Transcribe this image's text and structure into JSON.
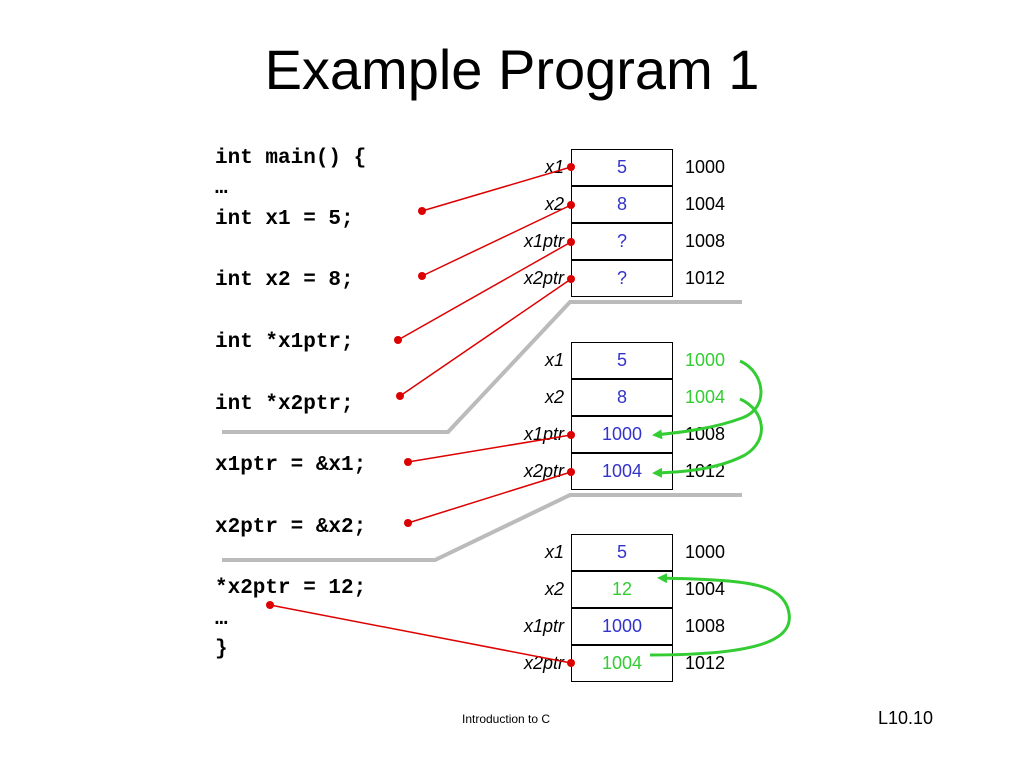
{
  "title": "Example Program 1",
  "code_lines": [
    "int main() {",
    "…",
    "int x1 = 5;",
    "int x2 = 8;",
    "int *x1ptr;",
    "int *x2ptr;",
    "x1ptr = &x1;",
    "x2ptr = &x2;",
    "*x2ptr = 12;",
    "…",
    "}"
  ],
  "memory_tables": [
    {
      "rows": [
        {
          "label": "x1",
          "value": "5",
          "value_color": "#3333cc",
          "address": "1000",
          "address_color": "#000000"
        },
        {
          "label": "x2",
          "value": "8",
          "value_color": "#3333cc",
          "address": "1004",
          "address_color": "#000000"
        },
        {
          "label": "x1ptr",
          "value": "?",
          "value_color": "#3333cc",
          "address": "1008",
          "address_color": "#000000"
        },
        {
          "label": "x2ptr",
          "value": "?",
          "value_color": "#3333cc",
          "address": "1012",
          "address_color": "#000000"
        }
      ]
    },
    {
      "rows": [
        {
          "label": "x1",
          "value": "5",
          "value_color": "#3333cc",
          "address": "1000",
          "address_color": "#33cc33"
        },
        {
          "label": "x2",
          "value": "8",
          "value_color": "#3333cc",
          "address": "1004",
          "address_color": "#33cc33"
        },
        {
          "label": "x1ptr",
          "value": "1000",
          "value_color": "#3333cc",
          "address": "1008",
          "address_color": "#000000"
        },
        {
          "label": "x2ptr",
          "value": "1004",
          "value_color": "#3333cc",
          "address": "1012",
          "address_color": "#000000"
        }
      ]
    },
    {
      "rows": [
        {
          "label": "x1",
          "value": "5",
          "value_color": "#3333cc",
          "address": "1000",
          "address_color": "#000000"
        },
        {
          "label": "x2",
          "value": "12",
          "value_color": "#33cc33",
          "address": "1004",
          "address_color": "#000000"
        },
        {
          "label": "x1ptr",
          "value": "1000",
          "value_color": "#3333cc",
          "address": "1008",
          "address_color": "#000000"
        },
        {
          "label": "x2ptr",
          "value": "1004",
          "value_color": "#33cc33",
          "address": "1012",
          "address_color": "#000000"
        }
      ]
    }
  ],
  "colors": {
    "connector": "#dd0000",
    "pointer_arrow": "#33cc33",
    "separator": "#bbbbbb"
  },
  "footer": "Introduction to C",
  "slide_number": "L10.10"
}
